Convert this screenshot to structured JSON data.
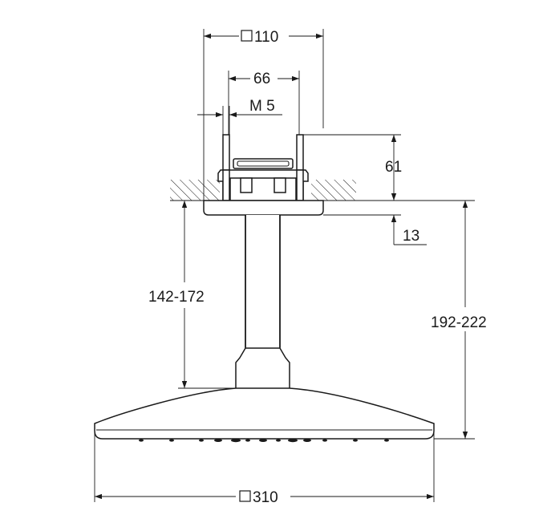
{
  "dimensions": {
    "top_width": "110",
    "mount_span": "66",
    "thread": "M 5",
    "mount_height": "61",
    "cover_depth": "13",
    "arm_length": "142-172",
    "total_height": "192-222",
    "head_width": "310"
  },
  "symbols": {
    "square": "square-symbol"
  },
  "colors": {
    "line": "#1a1a1a",
    "background": "#ffffff"
  }
}
